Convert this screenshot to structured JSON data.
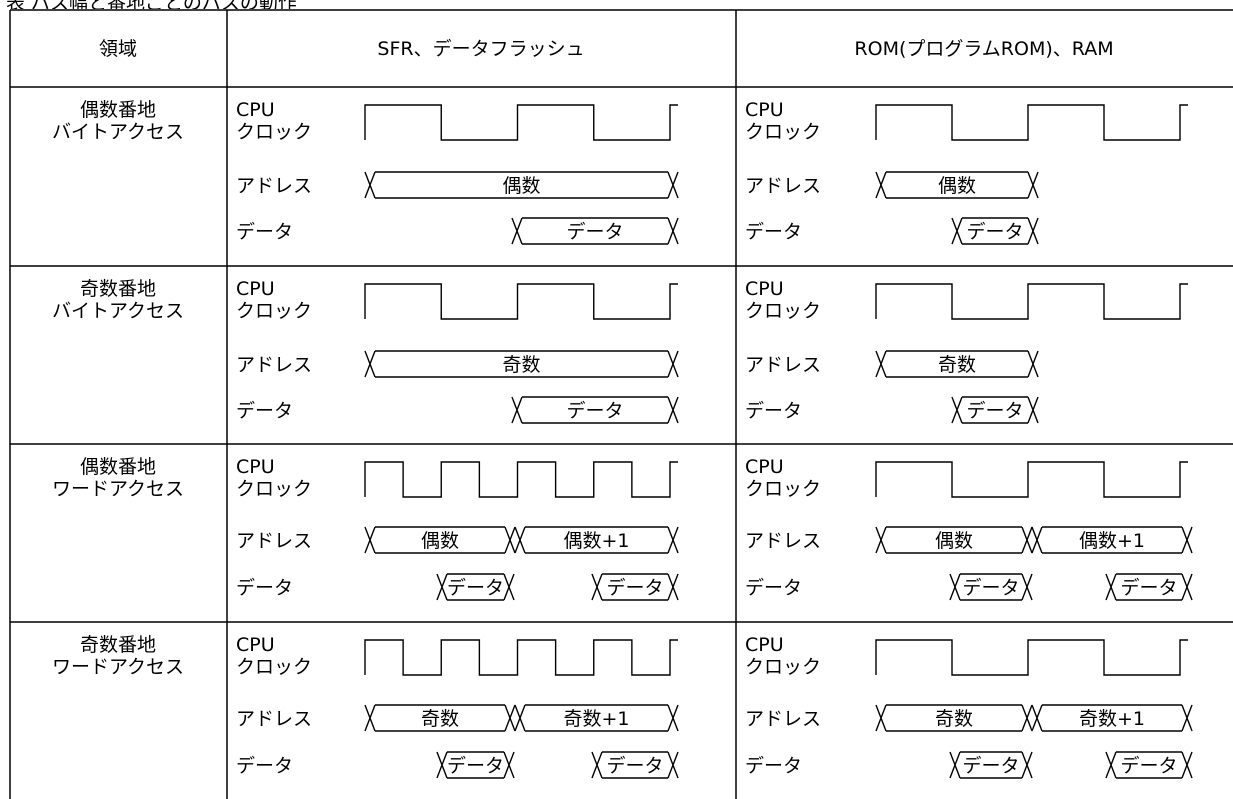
{
  "caption": "表 バス幅と番地ごとのバスの動作",
  "header": {
    "col0": "領域",
    "col1": "SFR、データフラッシュ",
    "col2": "ROM(プログラムROM)、RAM"
  },
  "signals": {
    "clock_line1": "CPU",
    "clock_line2": "クロック",
    "address": "アドレス",
    "data": "データ"
  },
  "rows": [
    {
      "label_line1": "偶数番地",
      "label_line2": "バイトアクセス",
      "sfr": {
        "address": [
          "偶数"
        ],
        "data": [
          "データ"
        ]
      },
      "rom": {
        "address": [
          "偶数"
        ],
        "data": [
          "データ"
        ]
      }
    },
    {
      "label_line1": "奇数番地",
      "label_line2": "バイトアクセス",
      "sfr": {
        "address": [
          "奇数"
        ],
        "data": [
          "データ"
        ]
      },
      "rom": {
        "address": [
          "奇数"
        ],
        "data": [
          "データ"
        ]
      }
    },
    {
      "label_line1": "偶数番地",
      "label_line2": "ワードアクセス",
      "sfr": {
        "address": [
          "偶数",
          "偶数+1"
        ],
        "data": [
          "データ",
          "データ"
        ]
      },
      "rom": {
        "address": [
          "偶数",
          "偶数+1"
        ],
        "data": [
          "データ",
          "データ"
        ]
      }
    },
    {
      "label_line1": "奇数番地",
      "label_line2": "ワードアクセス",
      "sfr": {
        "address": [
          "奇数",
          "奇数+1"
        ],
        "data": [
          "データ",
          "データ"
        ]
      },
      "rom": {
        "address": [
          "奇数",
          "奇数+1"
        ],
        "data": [
          "データ",
          "データ"
        ]
      }
    }
  ]
}
